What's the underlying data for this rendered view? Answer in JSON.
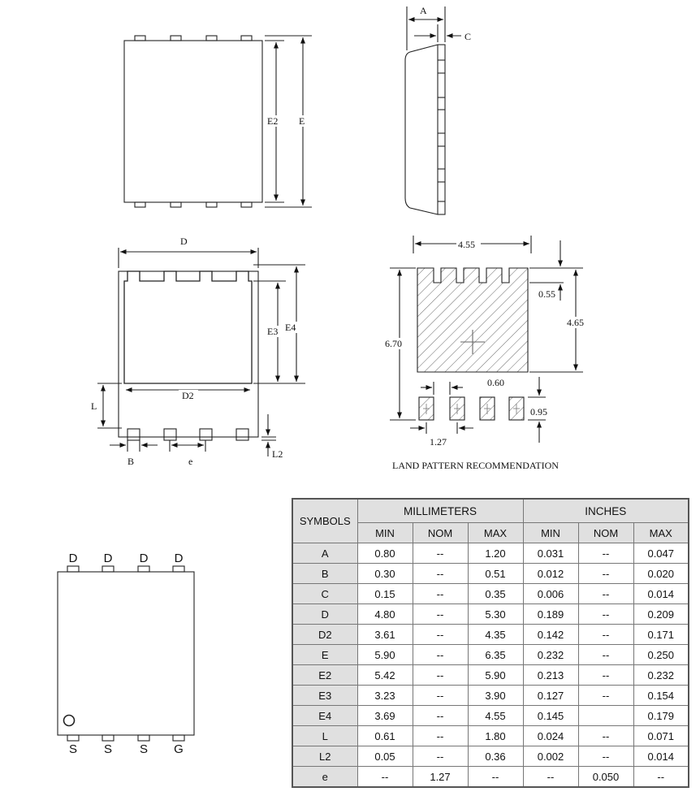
{
  "top_view": {
    "e2_label": "E2",
    "e_label": "E"
  },
  "side_view": {
    "a_label": "A",
    "c_label": "C"
  },
  "bottom_view": {
    "d_label": "D",
    "d2_label": "D2",
    "e3_label": "E3",
    "e4_label": "E4",
    "l_label": "L",
    "l2_label": "L2",
    "b_label": "B",
    "e_pitch_label": "e"
  },
  "land_pattern": {
    "width": "4.55",
    "height": "6.70",
    "notch": "0.55",
    "pad_height": "4.65",
    "gap": "0.60",
    "small_pad": "0.95",
    "pitch": "1.27",
    "caption": "LAND PATTERN RECOMMENDATION"
  },
  "pinout": {
    "top_pins": [
      "D",
      "D",
      "D",
      "D"
    ],
    "bottom_pins": [
      "S",
      "S",
      "S",
      "G"
    ]
  },
  "table": {
    "symbols_header": "SYMBOLS",
    "mm_header": "MILLIMETERS",
    "in_header": "INCHES",
    "sub_headers": [
      "MIN",
      "NOM",
      "MAX",
      "MIN",
      "NOM",
      "MAX"
    ],
    "rows": [
      [
        "A",
        "0.80",
        "--",
        "1.20",
        "0.031",
        "--",
        "0.047"
      ],
      [
        "B",
        "0.30",
        "--",
        "0.51",
        "0.012",
        "--",
        "0.020"
      ],
      [
        "C",
        "0.15",
        "--",
        "0.35",
        "0.006",
        "--",
        "0.014"
      ],
      [
        "D",
        "4.80",
        "--",
        "5.30",
        "0.189",
        "--",
        "0.209"
      ],
      [
        "D2",
        "3.61",
        "--",
        "4.35",
        "0.142",
        "--",
        "0.171"
      ],
      [
        "E",
        "5.90",
        "--",
        "6.35",
        "0.232",
        "--",
        "0.250"
      ],
      [
        "E2",
        "5.42",
        "--",
        "5.90",
        "0.213",
        "--",
        "0.232"
      ],
      [
        "E3",
        "3.23",
        "--",
        "3.90",
        "0.127",
        "--",
        "0.154"
      ],
      [
        "E4",
        "3.69",
        "--",
        "4.55",
        "0.145",
        "",
        "0.179"
      ],
      [
        "L",
        "0.61",
        "--",
        "1.80",
        "0.024",
        "--",
        "0.071"
      ],
      [
        "L2",
        "0.05",
        "--",
        "0.36",
        "0.002",
        "--",
        "0.014"
      ],
      [
        "e",
        "--",
        "1.27",
        "--",
        "--",
        "0.050",
        "--"
      ]
    ]
  }
}
